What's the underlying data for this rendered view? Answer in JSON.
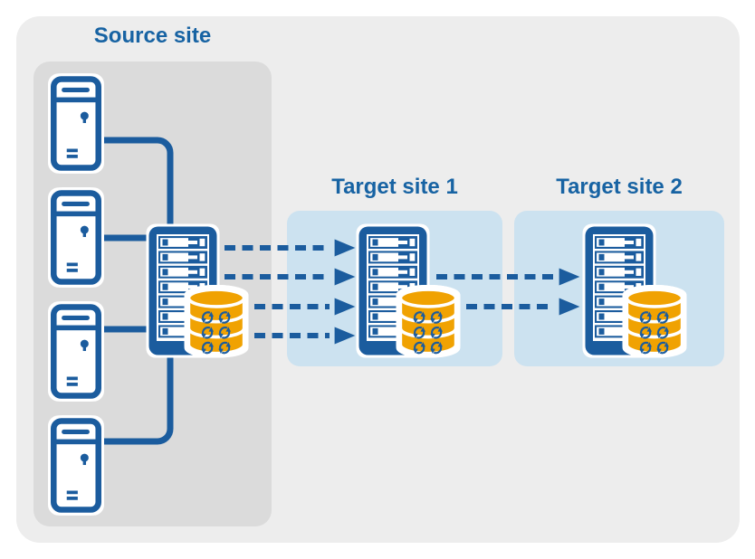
{
  "panels": {
    "source": {
      "title": "Source site"
    },
    "target1": {
      "title": "Target site 1"
    },
    "target2": {
      "title": "Target site 2"
    }
  },
  "diagram": {
    "workstation_count": 4,
    "replication_servers": 3,
    "databases": 3,
    "arrows_source_to_target1": 4,
    "arrows_target1_to_target2": 2
  },
  "colors": {
    "brand_blue": "#1B5C9E",
    "title_blue": "#1763A3",
    "accent_orange": "#F0A202",
    "outer_panel_gray": "#EDEDED",
    "source_panel_gray": "#DBDBDB",
    "target_panel_blue": "#CCE2F0",
    "icon_halo": "#FFFFFF"
  },
  "icons": {
    "workstation": "tower-computer-icon",
    "server": "rack-server-icon",
    "database": "database-cylinder-icon",
    "sync": "circular-sync-arrows-icon",
    "arrow": "dashed-replication-arrow"
  }
}
